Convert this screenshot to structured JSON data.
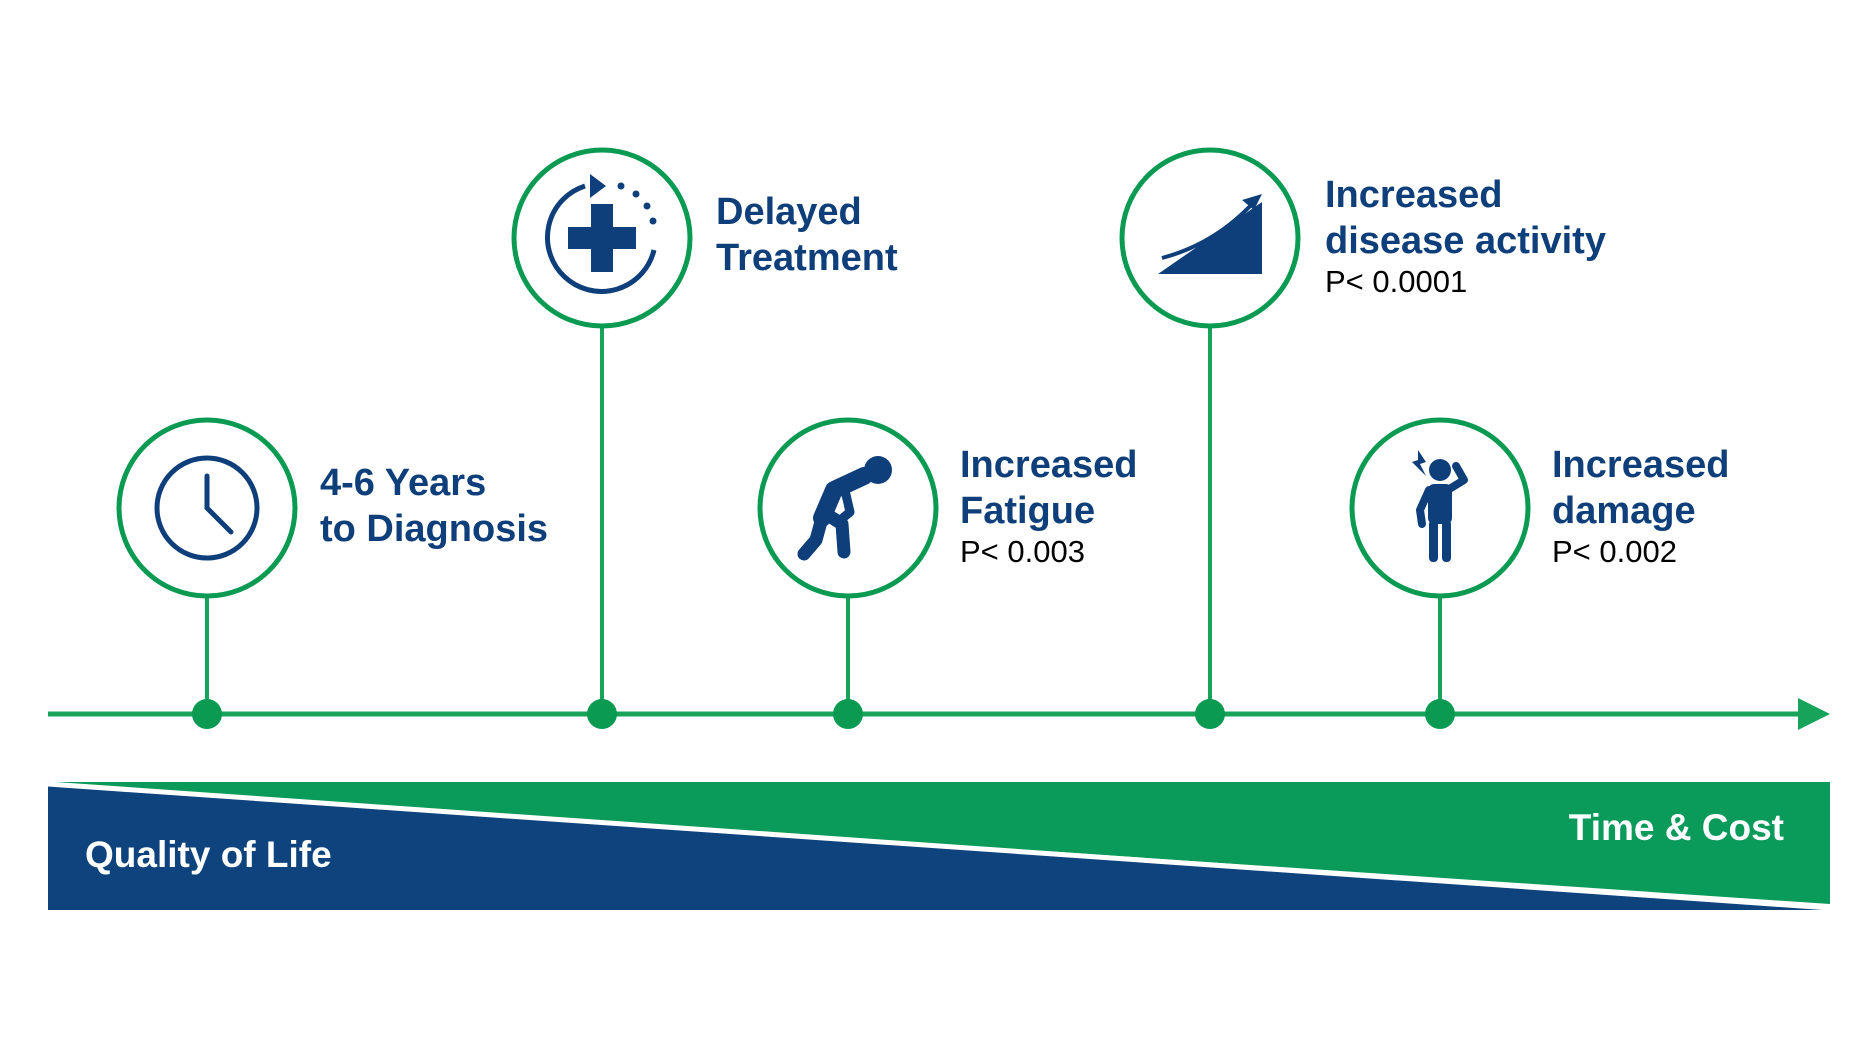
{
  "colors": {
    "green": "#0a9a52",
    "line_green": "#18a35a",
    "navy": "#0e3f7a",
    "text_black": "#000000",
    "band_text": "#ffffff"
  },
  "milestones": [
    {
      "id": "diagnosis",
      "icon": "clock-icon",
      "lines": [
        "4-6 Years",
        "to Diagnosis"
      ],
      "p_value": ""
    },
    {
      "id": "treatment",
      "icon": "medical-cross-refresh-icon",
      "lines": [
        "Delayed",
        "Treatment"
      ],
      "p_value": ""
    },
    {
      "id": "fatigue",
      "icon": "tired-person-icon",
      "lines": [
        "Increased",
        "Fatigue"
      ],
      "p_value": "P< 0.003"
    },
    {
      "id": "disease",
      "icon": "rising-trend-icon",
      "lines": [
        "Increased",
        "disease activity"
      ],
      "p_value": "P< 0.0001"
    },
    {
      "id": "damage",
      "icon": "person-headache-icon",
      "lines": [
        "Increased",
        "damage"
      ],
      "p_value": "P< 0.002"
    }
  ],
  "band": {
    "left_label": "Quality of Life",
    "right_label": "Time & Cost"
  }
}
